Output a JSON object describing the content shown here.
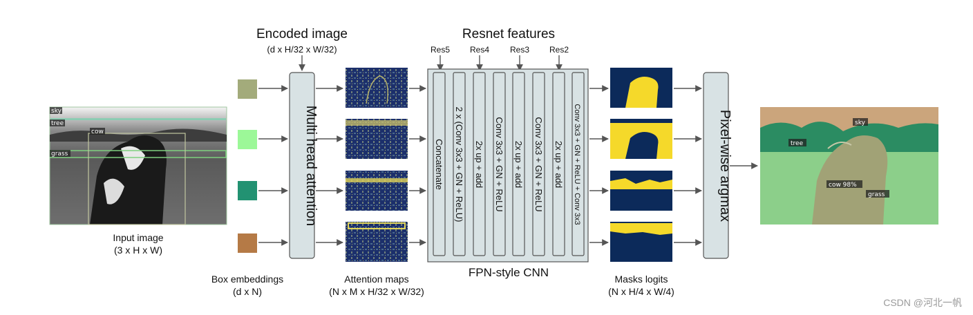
{
  "input_image": {
    "tags": [
      "sky",
      "tree",
      "cow",
      "grass"
    ],
    "caption_line1": "Input image",
    "caption_line2": "(3 x H x W)"
  },
  "box_embeddings": {
    "colors": [
      "#a3ab7b",
      "#9cf898",
      "#229272",
      "#b57a46"
    ],
    "caption_line1": "Box embeddings",
    "caption_line2": "(d x N)"
  },
  "encoded_image": {
    "title": "Encoded image",
    "subtitle": "(d x H/32 x W/32)"
  },
  "attention": {
    "label": "Multi head attention"
  },
  "attention_maps": {
    "caption_line1": "Attention maps",
    "caption_line2": "(N x M x H/32 x W/32)"
  },
  "resnet": {
    "title": "Resnet features",
    "levels": [
      "Res5",
      "Res4",
      "Res3",
      "Res2"
    ]
  },
  "fpn": {
    "caption": "FPN-style CNN",
    "layers": [
      "Concatenate",
      "2 x (Conv 3x3 + GN + ReLU)",
      "2x up + add",
      "Conv 3x3 + GN + ReLU",
      "2x up + add",
      "Conv 3x3 + GN + ReLU",
      "2x up + add",
      "Conv 3x3 + GN + ReLU + Conv 3x3"
    ]
  },
  "masks_logits": {
    "caption_line1": "Masks logits",
    "caption_line2": "(N x H/4 x W/4)"
  },
  "argmax": {
    "label": "Pixel-wise argmax"
  },
  "output_image": {
    "tags": [
      "sky",
      "tree",
      "cow 98%",
      "grass"
    ]
  },
  "watermark": "CSDN @河北一帆"
}
